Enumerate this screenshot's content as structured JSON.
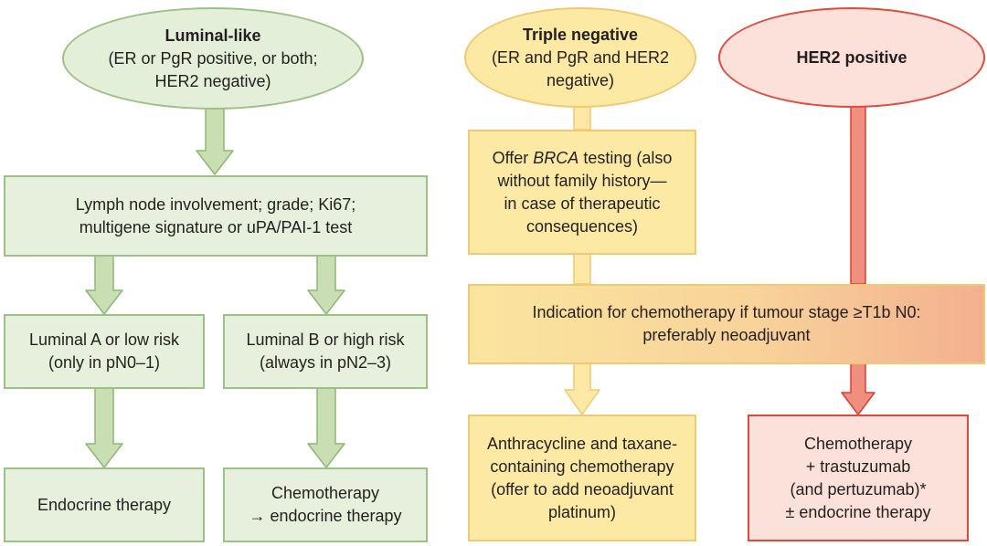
{
  "luminal": {
    "title": "Luminal-like",
    "line1": "(ER or PgR positive, or both;",
    "line2": "HER2 negative)"
  },
  "lymph": {
    "line1": "Lymph node involvement; grade; Ki67;",
    "line2": "multigene signature or uPA/PAI-1 test"
  },
  "lum_a": {
    "line1": "Luminal A or low risk",
    "line2": "(only in pN0–1)"
  },
  "lum_b": {
    "line1": "Luminal B or high risk",
    "line2": "(always in pN2–3)"
  },
  "endocrine": {
    "line1": "Endocrine therapy"
  },
  "chemo_endo": {
    "line1": "Chemotherapy",
    "line2": "→ endocrine therapy"
  },
  "triple": {
    "title": "Triple negative",
    "line1": "(ER and PgR and HER2",
    "line2": "negative)"
  },
  "her2": {
    "title": "HER2 positive"
  },
  "brca": {
    "line1_prefix": "Offer ",
    "line1_italic": "BRCA",
    "line1_suffix": " testing (also",
    "line2": "without family history—",
    "line3": "in case of therapeutic",
    "line4": "consequences)"
  },
  "indication": {
    "line1": "Indication for chemotherapy if tumour stage ≥T1b N0:",
    "line2": "preferably neoadjuvant"
  },
  "anthra": {
    "line1": "Anthracycline and taxane-",
    "line2": "containing chemotherapy",
    "line3": "(offer to add neoadjuvant",
    "line4": "platinum)"
  },
  "her2_therapy": {
    "line1": "Chemotherapy",
    "line2": "+ trastuzumab",
    "line3": "(and pertuzumab)*",
    "line4": "± endocrine therapy"
  },
  "colors": {
    "green_fill": "#c9deb3",
    "green_stroke": "#8db870",
    "yellow_fill": "#fde8a6",
    "yellow_stroke": "#efc973",
    "red_fill": "#f08f80",
    "red_stroke": "#d9402f"
  }
}
